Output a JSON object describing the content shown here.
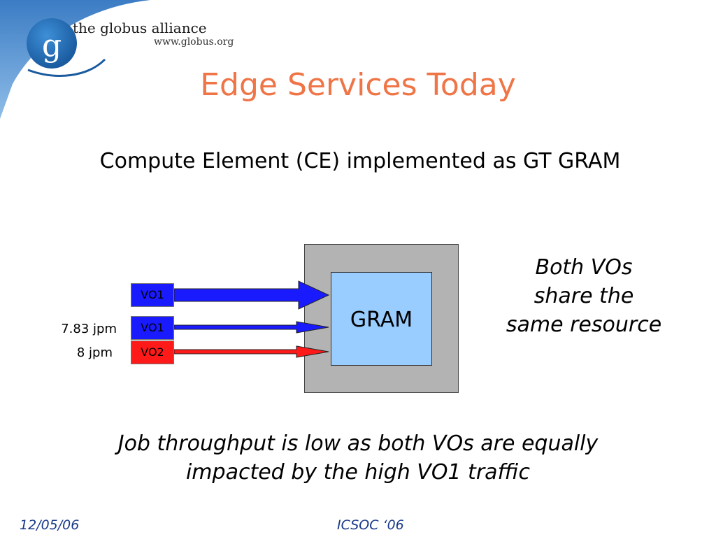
{
  "logo": {
    "letter": "g",
    "name": "the globus alliance",
    "url": "www.globus.org"
  },
  "slide": {
    "title": "Edge Services Today",
    "subtitle": "Compute Element (CE) implemented as GT GRAM"
  },
  "diagram": {
    "gram_label": "GRAM",
    "vo_boxes": [
      {
        "label": "VO1",
        "color": "#1a1aff",
        "arrow": "thick"
      },
      {
        "label": "VO1",
        "color": "#1a1aff",
        "arrow": "thin"
      },
      {
        "label": "VO2",
        "color": "#ff1a1a",
        "arrow": "thin"
      }
    ],
    "rates": [
      "7.83 jpm",
      "8 jpm"
    ],
    "note_lines": [
      "Both VOs",
      "share the",
      "same resource"
    ]
  },
  "conclusion_lines": [
    "Job throughput is low as both VOs are equally",
    "impacted by the high VO1 traffic"
  ],
  "footer": {
    "date": "12/05/06",
    "event": "ICSOC ‘06"
  },
  "colors": {
    "title": "#ef7547",
    "gram_outer": "#b3b3b3",
    "gram_inner": "#99ccff",
    "vo1": "#1a1aff",
    "vo2": "#ff1a1a",
    "footer": "#1a3a8a",
    "logo_blue": "#2f78c0"
  }
}
